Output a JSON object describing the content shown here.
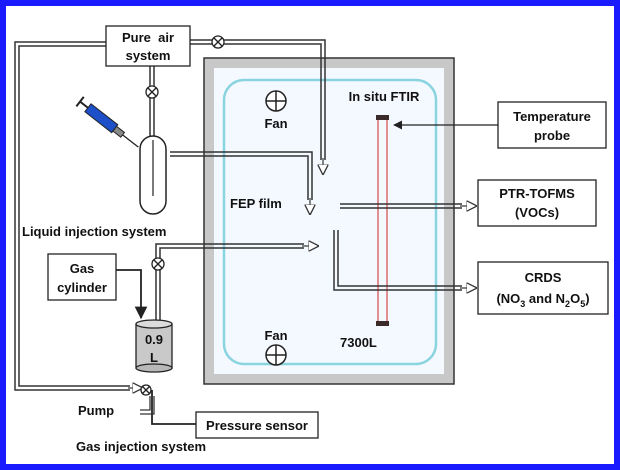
{
  "colors": {
    "frame": "#1a1aff",
    "chamber_box": "#c8c8c8",
    "chamber_inner": "#f4f8ff",
    "film_outline": "#8ad4df",
    "ftir_beam": "#d96d6d",
    "syringe": "#1d4fc8",
    "vessel": "#c9c9c9"
  },
  "labels": {
    "pure_air": [
      "Pure  air",
      "system"
    ],
    "in_situ_ftir": "In situ FTIR",
    "temperature_probe": [
      "Temperature",
      "probe"
    ],
    "fan_top": "Fan",
    "fan_bottom": "Fan",
    "fep_film": "FEP film",
    "ptr_tofms": [
      "PTR-TOFMS",
      "(VOCs)"
    ],
    "liquid_injection": "Liquid injection system",
    "gas_cylinder": [
      "Gas",
      "cylinder"
    ],
    "crds_title": "CRDS",
    "crds_sub": {
      "open": "(NO",
      "s1": "3",
      "and": " and N",
      "s2": "2",
      "o": "O",
      "s3": "5",
      "close": ")"
    },
    "vessel_volume": [
      "0.9",
      "L"
    ],
    "chamber_volume": "7300L",
    "pump": "Pump",
    "pressure_sensor": "Pressure sensor",
    "gas_injection": "Gas injection system"
  }
}
